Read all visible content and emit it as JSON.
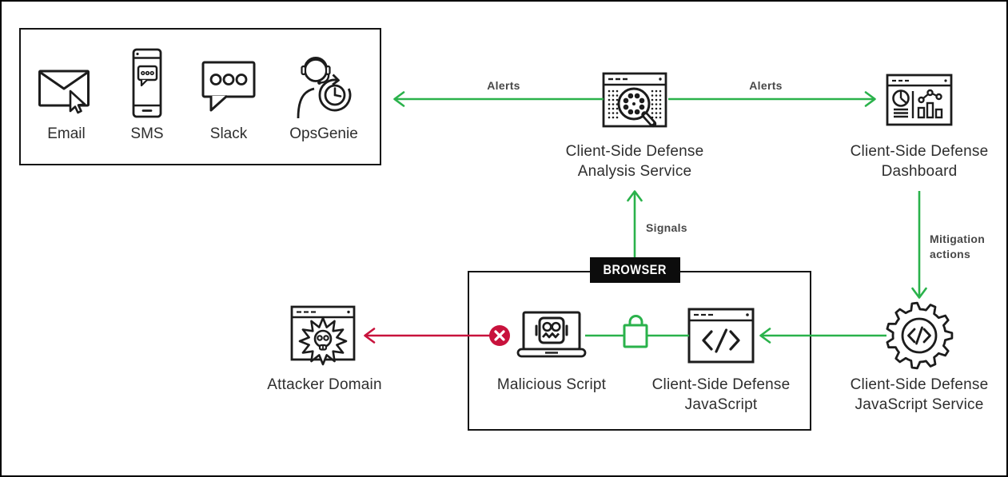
{
  "colors": {
    "green": "#2AB24B",
    "red": "#C8123C",
    "ink": "#1C1C1C"
  },
  "notification_channels": {
    "items": [
      {
        "label": "Email",
        "icon": "email-envelope-cursor-icon"
      },
      {
        "label": "SMS",
        "icon": "sms-phone-message-icon"
      },
      {
        "label": "Slack",
        "icon": "slack-chat-bubble-icon"
      },
      {
        "label": "OpsGenie",
        "icon": "opsgenie-support-agent-clock-icon"
      }
    ]
  },
  "nodes": {
    "analysis": {
      "label_line1": "Client-Side Defense",
      "label_line2": "Analysis Service",
      "icon": "browser-scan-magnifier-icon"
    },
    "dashboard": {
      "label_line1": "Client-Side Defense",
      "label_line2": "Dashboard",
      "icon": "dashboard-charts-icon"
    },
    "js_service": {
      "label_line1": "Client-Side Defense",
      "label_line2": "JavaScript Service",
      "icon": "gear-code-icon"
    },
    "attacker": {
      "label": "Attacker Domain",
      "icon": "skull-starburst-browser-icon"
    },
    "malicious": {
      "label": "Malicious Script",
      "icon": "laptop-robot-malware-icon"
    },
    "csd_js": {
      "label_line1": "Client-Side Defense",
      "label_line2": "JavaScript",
      "icon": "code-browser-icon"
    }
  },
  "browser_window": {
    "tag": "BROWSER"
  },
  "edges": {
    "alerts_left": "Alerts",
    "alerts_right": "Alerts",
    "signals": "Signals",
    "mitigation": "Mitigation actions"
  }
}
